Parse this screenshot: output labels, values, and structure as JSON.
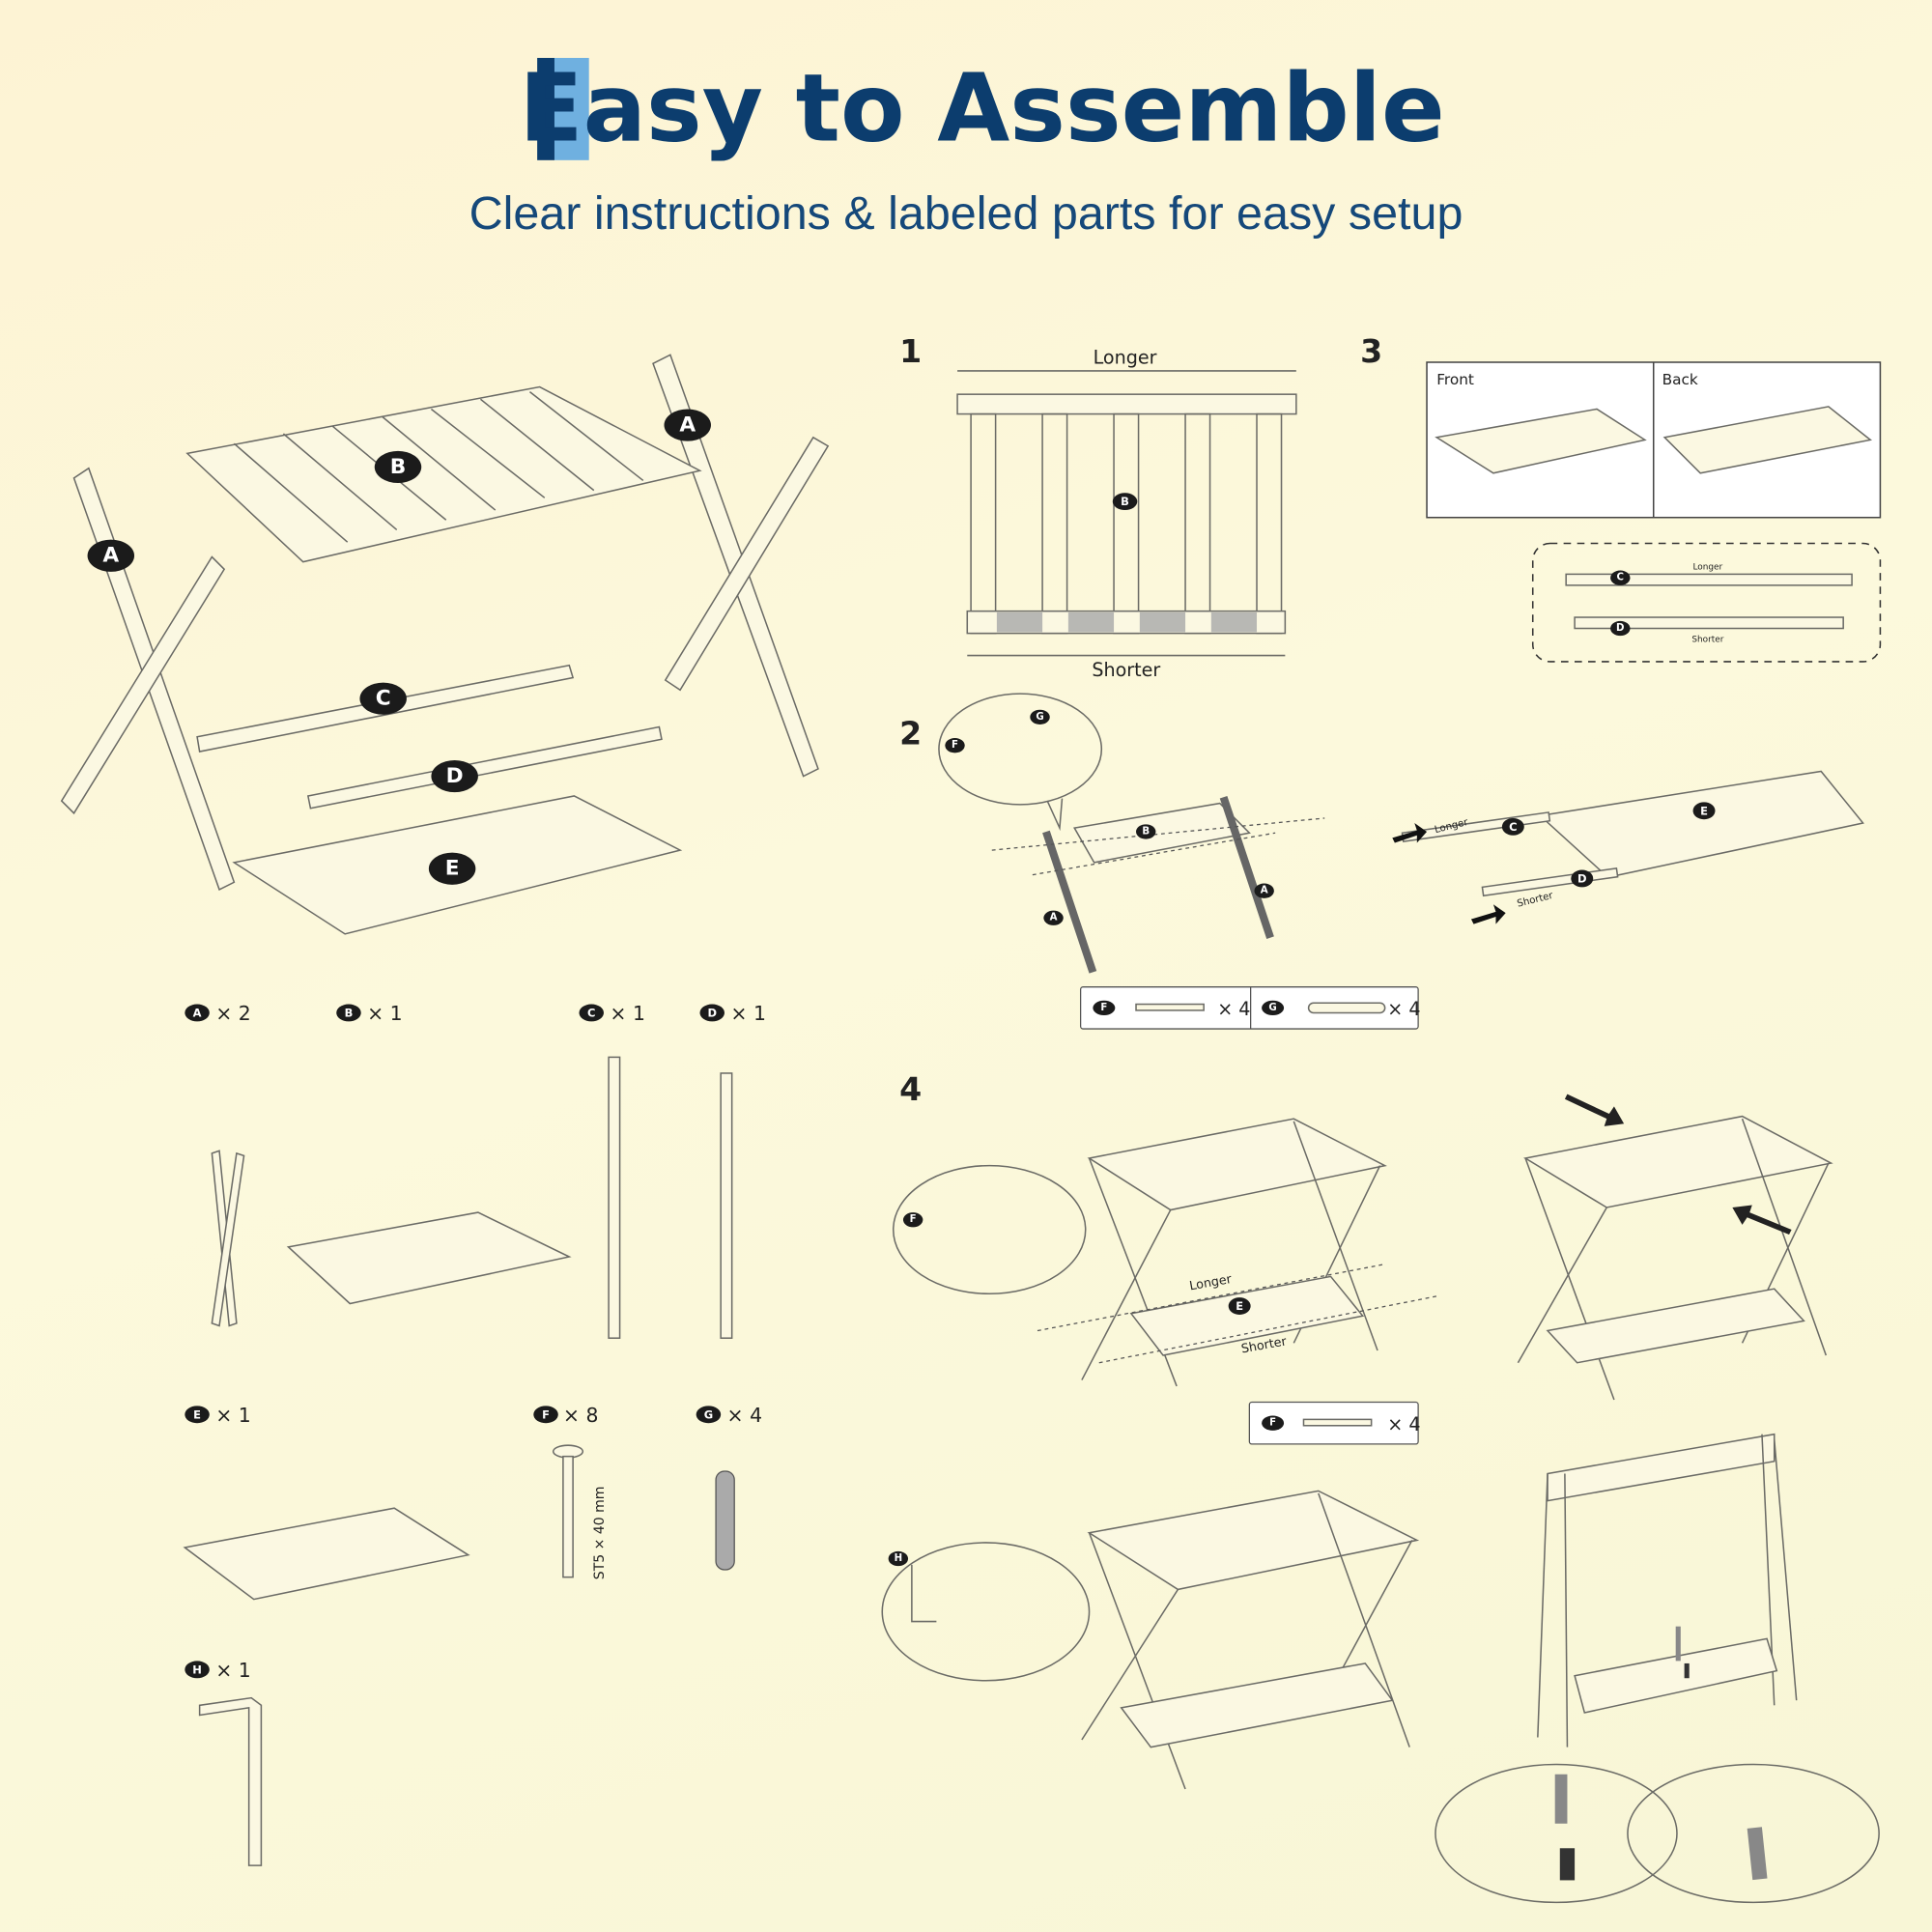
{
  "header": {
    "title": "Easy to Assemble",
    "subtitle": "Clear instructions & labeled parts for easy setup"
  },
  "parts": [
    {
      "letter": "A",
      "qty": "× 2"
    },
    {
      "letter": "B",
      "qty": "× 1"
    },
    {
      "letter": "C",
      "qty": "× 1"
    },
    {
      "letter": "D",
      "qty": "× 1"
    },
    {
      "letter": "E",
      "qty": "× 1"
    },
    {
      "letter": "F",
      "qty": "× 8"
    },
    {
      "letter": "G",
      "qty": "× 4"
    },
    {
      "letter": "H",
      "qty": "× 1"
    }
  ],
  "screw_spec": "ST5 × 40 mm",
  "steps": {
    "s1": {
      "number": "1",
      "longer": "Longer",
      "shorter": "Shorter"
    },
    "s2": {
      "number": "2",
      "longer": "Longer",
      "shorter": "Shorter"
    },
    "s3": {
      "number": "3",
      "front": "Front",
      "back": "Back",
      "longer": "Longer",
      "shorter": "Shorter"
    },
    "s4": {
      "number": "4",
      "longer": "Longer",
      "shorter": "Shorter"
    }
  },
  "hardware_step2": [
    {
      "letter": "F",
      "qty": "× 4"
    },
    {
      "letter": "G",
      "qty": "× 4"
    }
  ],
  "hardware_step4": {
    "letter": "F",
    "qty": "× 4"
  },
  "colors": {
    "title": "#0c3d6e",
    "accent_dark": "#0c3d6e",
    "accent_light": "#6fb0e0",
    "background": "#fcf8da"
  }
}
